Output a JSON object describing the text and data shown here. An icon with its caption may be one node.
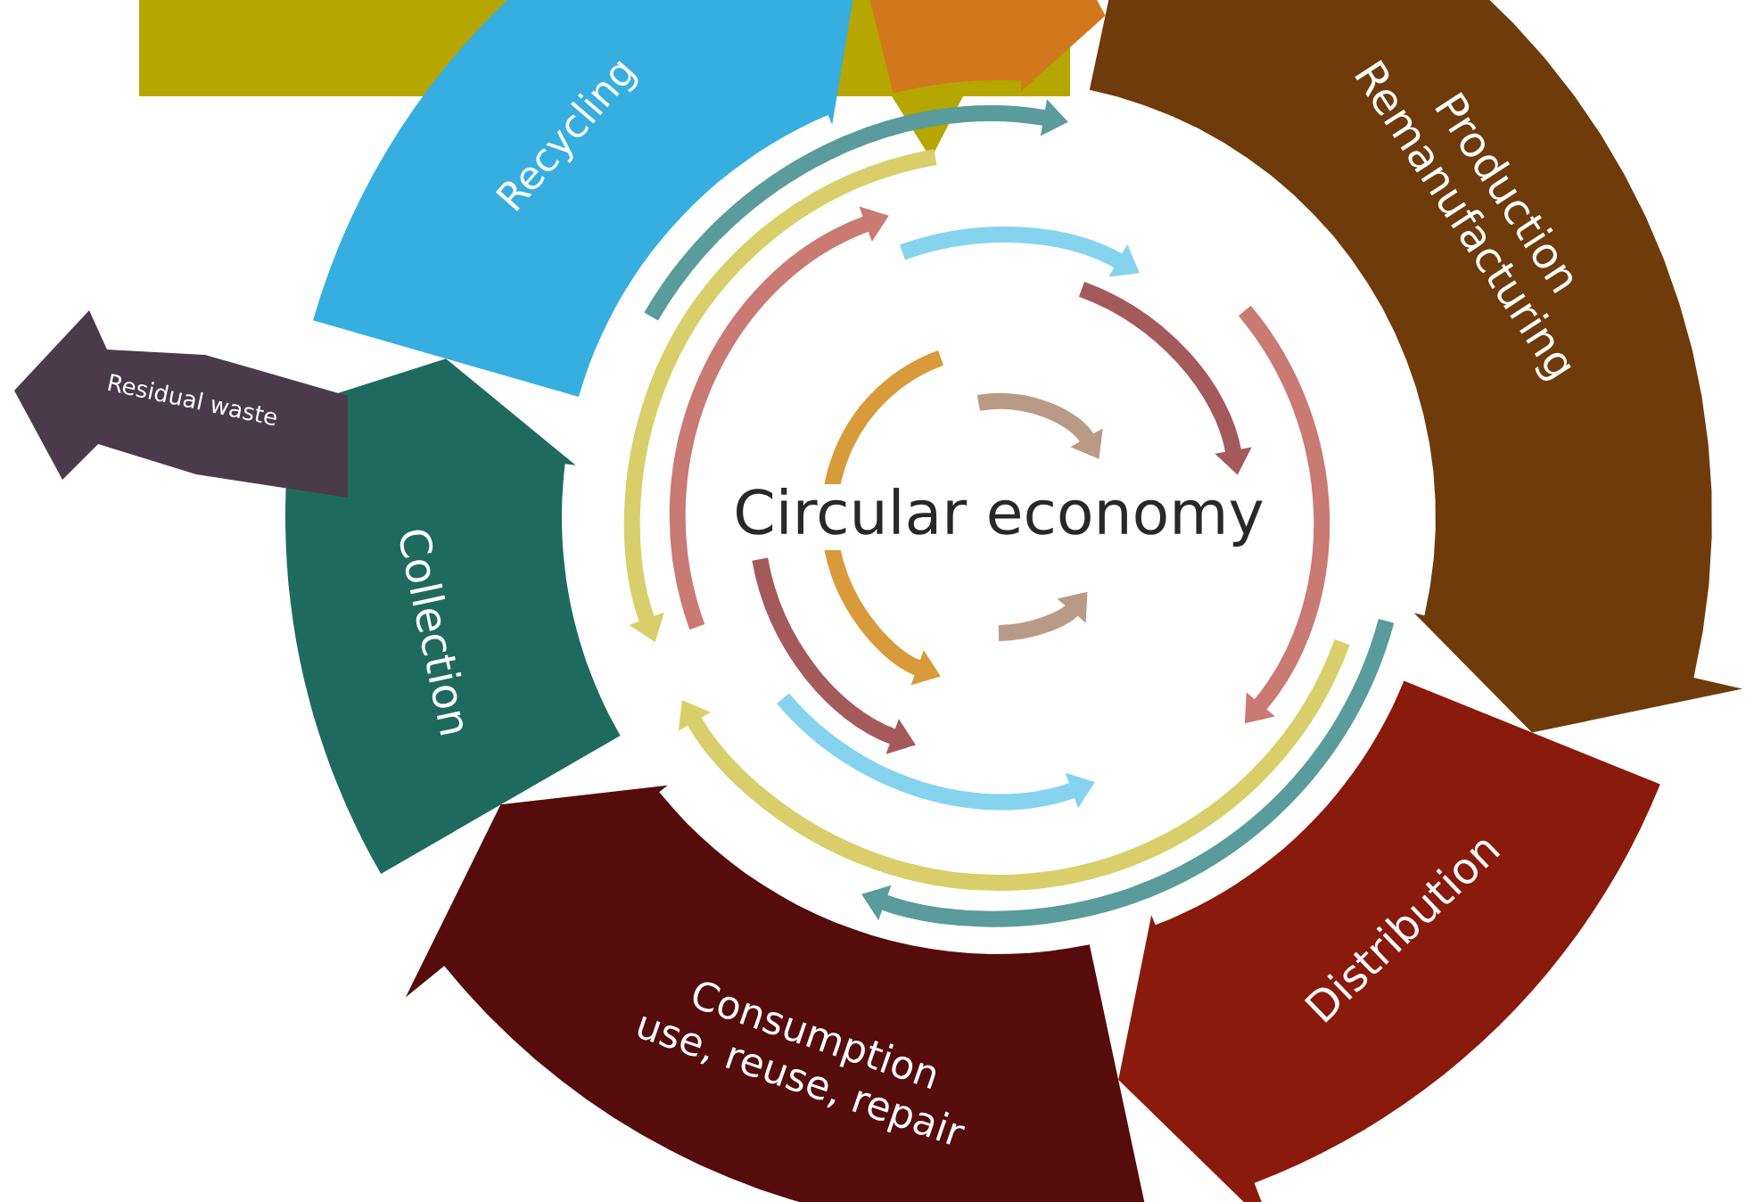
{
  "diagram": {
    "nodes": [
      {
        "text": [
          "Production",
          "Remanufacturing"
        ]
      },
      {
        "text": [
          "Distribution"
        ]
      },
      {
        "text": [
          "Consumption",
          "use, reuse, repair"
        ]
      },
      {
        "text": [
          "Collection"
        ]
      },
      {
        "text": [
          "Recycling"
        ]
      },
      {
        "text": [
          "Residual waste"
        ]
      },
      {
        "text": [],
        "shape": "band"
      },
      {
        "text": [],
        "shape": "band"
      }
    ],
    "labels": [
      "Circular economy"
    ]
  }
}
